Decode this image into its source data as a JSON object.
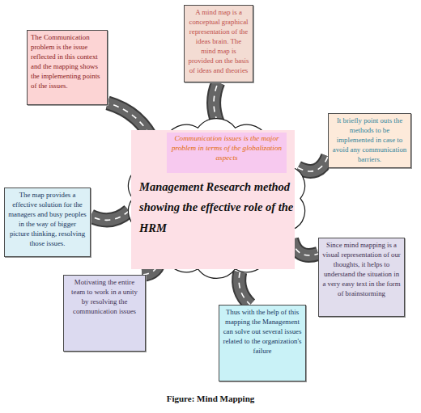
{
  "diagram": {
    "caption": "Figure: Mind Mapping",
    "nodes": [
      {
        "text": [
          "Management Research method showing the effective role of the HRM"
        ]
      },
      {
        "text": [
          "Communication issues is the major problem in terms of the globalization aspects"
        ],
        "in": 0
      },
      {
        "text": [
          "The Communication problem is the issue reflected in this context and the mapping shows the implementing points of the issues."
        ]
      },
      {
        "text": [
          "A mind map is a conceptual graphical representation of the ideas brain. The mind map is provided on the basis of ideas and theories"
        ]
      },
      {
        "text": [
          "It briefly point outs the methods to be implemented in case to avoid any communication barriers."
        ]
      },
      {
        "text": [
          "The map provides a effective solution for the managers and busy peoples in the way of bigger picture thinking, resolving those issues."
        ]
      },
      {
        "text": [
          "Since mind mapping is a visual representation of our thoughts, it helps to understand the situation in a very easy text in the form of brainstorming"
        ]
      },
      {
        "text": [
          "Motivating the entire team to work in a unity by resolving the communication issues"
        ]
      },
      {
        "text": [
          "Thus with the help of this mapping the Management can solve out several issues related to the organization's failure"
        ]
      }
    ],
    "edges": [
      {
        "from": 0,
        "to": 2,
        "arrow": "none"
      },
      {
        "from": 0,
        "to": 3,
        "arrow": "none"
      },
      {
        "from": 0,
        "to": 4,
        "arrow": "none"
      },
      {
        "from": 0,
        "to": 5,
        "arrow": "none"
      },
      {
        "from": 0,
        "to": 6,
        "arrow": "none"
      },
      {
        "from": 0,
        "to": 7,
        "arrow": "none"
      },
      {
        "from": 0,
        "to": 8,
        "arrow": "none"
      }
    ]
  }
}
